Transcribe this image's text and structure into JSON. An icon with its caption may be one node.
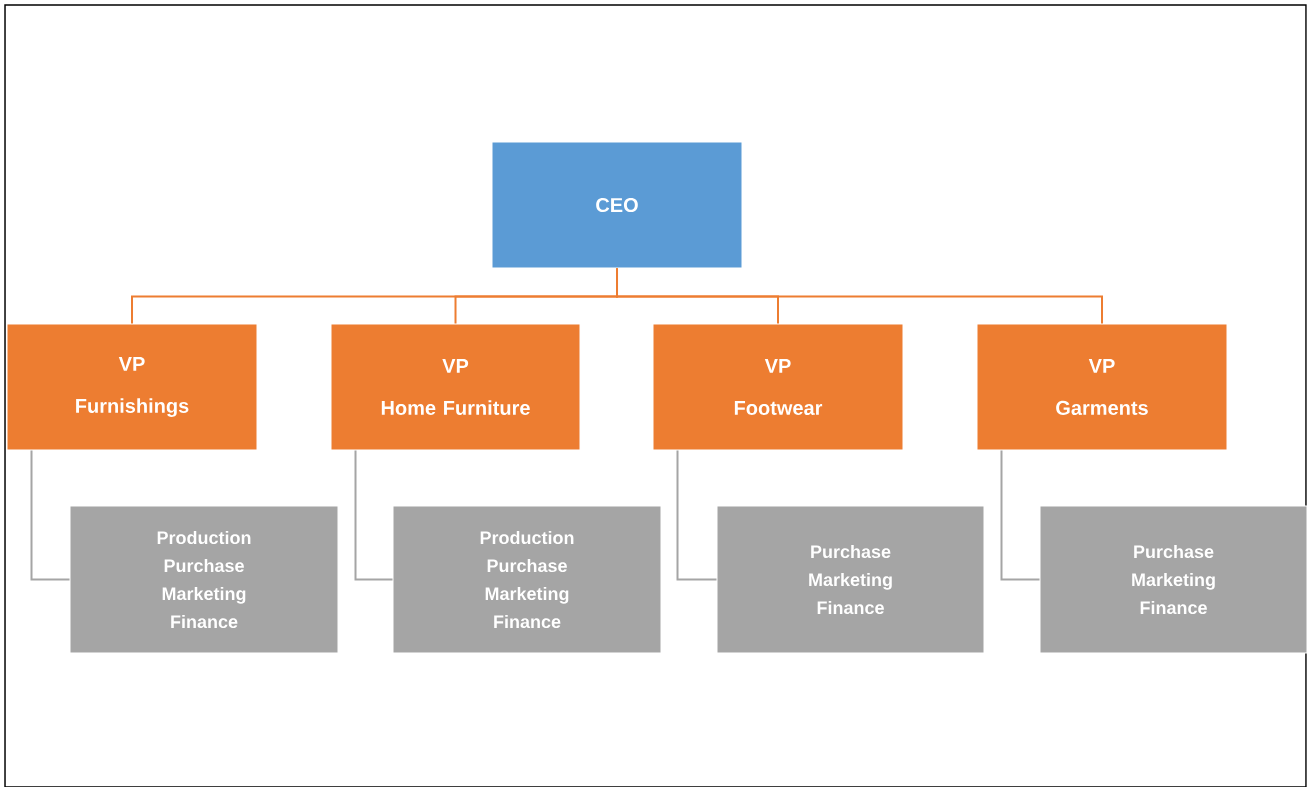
{
  "diagram": {
    "nodes": [
      {
        "text": [
          "CEO"
        ]
      },
      {
        "text": [
          "VP",
          "Furnishings"
        ]
      },
      {
        "text": [
          "VP",
          "Home Furniture"
        ]
      },
      {
        "text": [
          "VP",
          "Footwear"
        ]
      },
      {
        "text": [
          "VP",
          "Garments"
        ]
      },
      {
        "text": [
          "Production",
          "Purchase",
          "Marketing",
          "Finance"
        ]
      },
      {
        "text": [
          "Production",
          "Purchase",
          "Marketing",
          "Finance"
        ]
      },
      {
        "text": [
          "Purchase",
          "Marketing",
          "Finance"
        ]
      },
      {
        "text": [
          "Purchase",
          "Marketing",
          "Finance"
        ]
      }
    ],
    "edges": [
      {
        "from": 0,
        "to": 1,
        "arrow": "none"
      },
      {
        "from": 0,
        "to": 2,
        "arrow": "none"
      },
      {
        "from": 0,
        "to": 3,
        "arrow": "none"
      },
      {
        "from": 0,
        "to": 4,
        "arrow": "none"
      },
      {
        "from": 1,
        "to": 5,
        "arrow": "none",
        "color": "#a5a5a5"
      },
      {
        "from": 2,
        "to": 6,
        "arrow": "none",
        "color": "#a5a5a5"
      },
      {
        "from": 3,
        "to": 7,
        "arrow": "none",
        "color": "#a5a5a5"
      },
      {
        "from": 4,
        "to": 8,
        "arrow": "none",
        "color": "#a5a5a5"
      }
    ]
  }
}
